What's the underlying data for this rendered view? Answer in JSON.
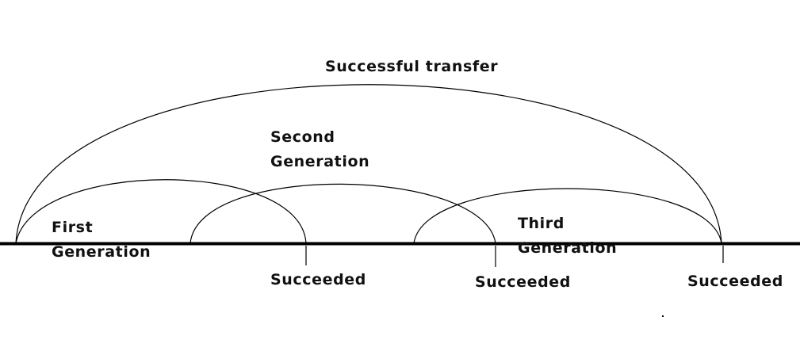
{
  "labels": {
    "top": "Successful transfer",
    "first": [
      "First",
      "Generation"
    ],
    "second": [
      "Second",
      "Generation"
    ],
    "third": [
      "Third",
      "Generation"
    ],
    "succeeded": [
      "Succeeded",
      "Succeeded",
      "Succeeded"
    ]
  },
  "colors": {
    "stroke": "#000000",
    "text": "#111111",
    "background": "#ffffff"
  }
}
